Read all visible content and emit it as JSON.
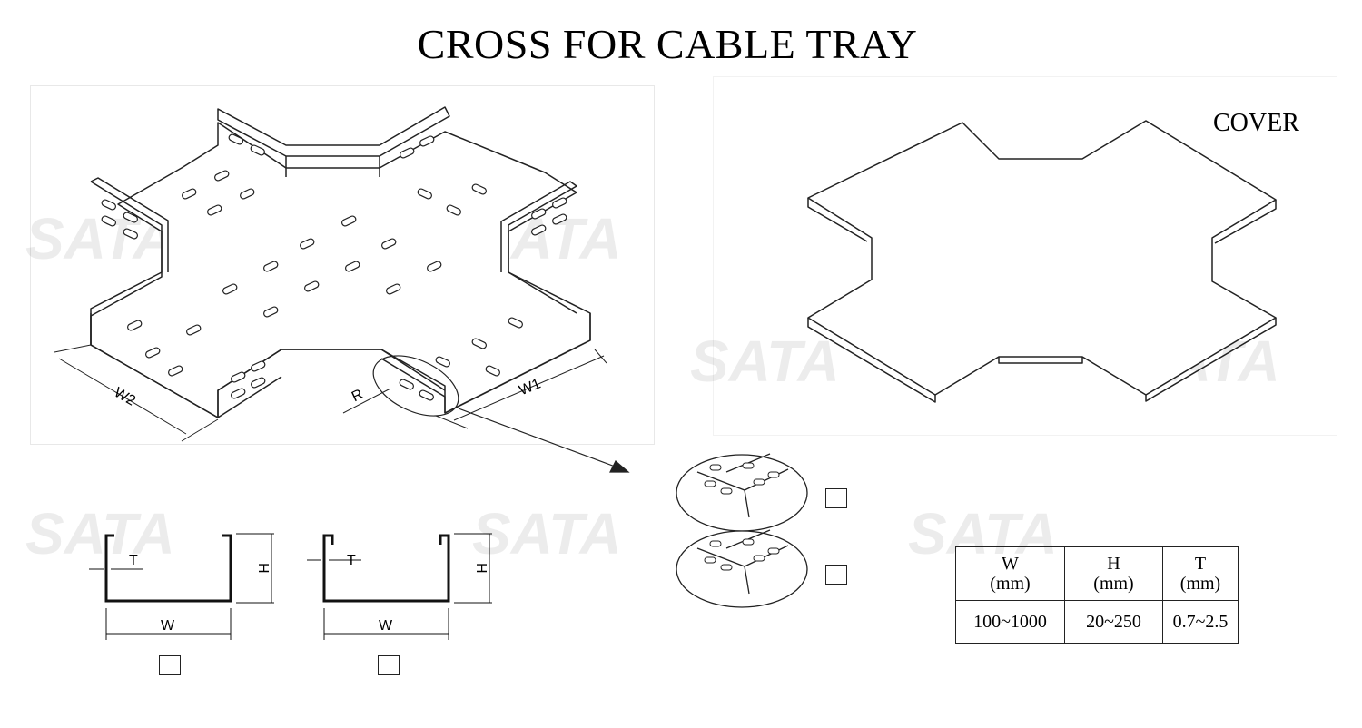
{
  "title": "CROSS FOR CABLE TRAY",
  "cover_label": "COVER",
  "iso_dims": {
    "w1": "W1",
    "w2": "W2",
    "r": "R"
  },
  "profile_1": {
    "t": "T",
    "h": "H",
    "w": "W"
  },
  "profile_2": {
    "t": "T",
    "h": "H",
    "w": "W"
  },
  "watermark": "SATA",
  "spec_table": {
    "headers": [
      {
        "name": "W",
        "unit": "(mm)"
      },
      {
        "name": "H",
        "unit": "(mm)"
      },
      {
        "name": "T",
        "unit": "(mm)"
      }
    ],
    "values": [
      "100~1000",
      "20~250",
      "0.7~2.5"
    ]
  }
}
